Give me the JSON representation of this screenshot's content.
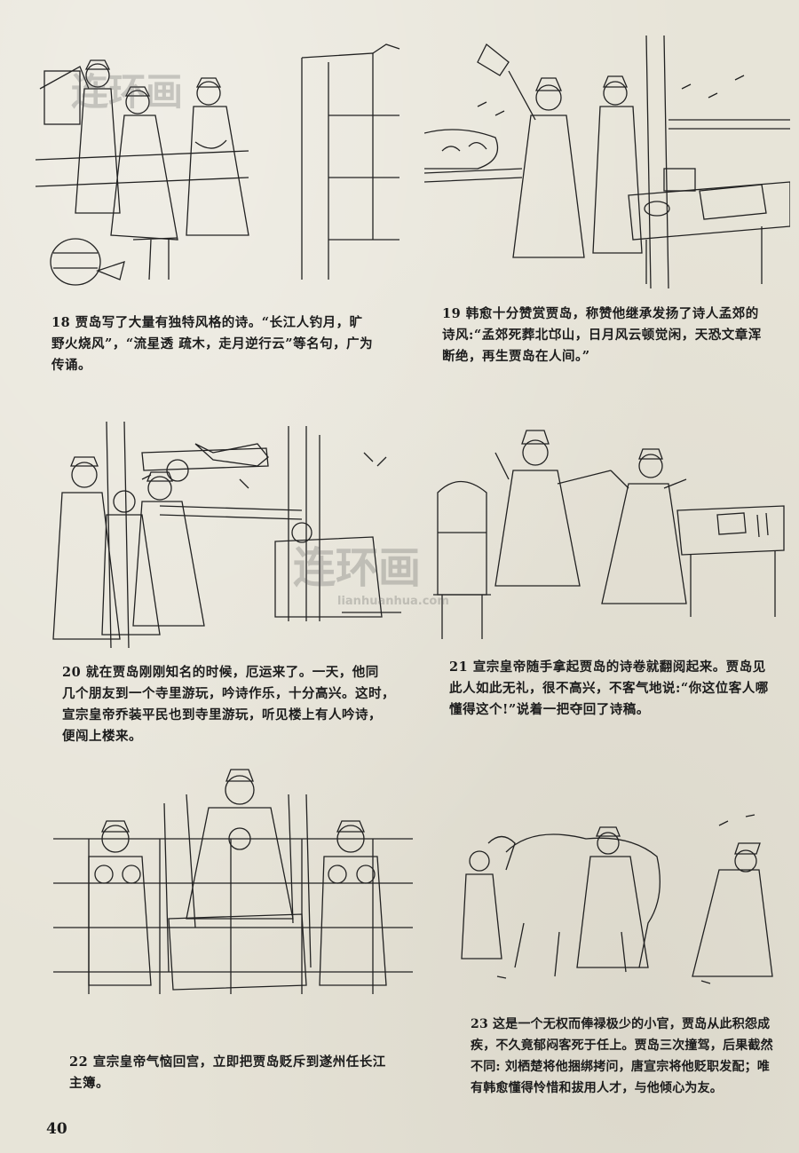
{
  "page": {
    "number": "40",
    "watermark_text": "连环画",
    "watermark_url": "lianhuanhua.com"
  },
  "panels": [
    {
      "number": "18",
      "caption": "18  贾岛写了大量有独特风格的诗。“长江人钓月，旷\n野火烧风”，“流星透 疏木，走月逆行云”等名句，广为\n传诵。"
    },
    {
      "number": "19",
      "caption": "19  韩愈十分赞赏贾岛，称赞他继承发扬了诗人孟郊的\n诗风:“孟郊死葬北邙山，日月风云顿觉闲，天恐文章浑\n断绝，再生贾岛在人间。”"
    },
    {
      "number": "20",
      "caption": "20  就在贾岛刚刚知名的时候，厄运来了。一天，他同\n几个朋友到一个寺里游玩，吟诗作乐，十分高兴。这时，\n宣宗皇帝乔装平民也到寺里游玩，听见楼上有人吟诗，\n便闯上楼来。"
    },
    {
      "number": "21",
      "caption": "21  宣宗皇帝随手拿起贾岛的诗卷就翻阅起来。贾岛见\n此人如此无礼，很不高兴，不客气地说:“你这位客人哪\n懂得这个!”说着一把夺回了诗稿。"
    },
    {
      "number": "22",
      "caption": "22  宣宗皇帝气恼回宫，立即把贾岛贬斥到遂州任长江\n主簿。"
    },
    {
      "number": "23",
      "caption": "23  这是一个无权而俸禄极少的小官，贾岛从此积怨成\n疾，不久竟郁闷客死于任上。贾岛三次撞驾，后果截然\n不同: 刘栖楚将他捆绑拷问，唐宣宗将他贬职发配；唯\n有韩愈懂得怜惜和拔用人才，与他倾心为友。"
    }
  ]
}
